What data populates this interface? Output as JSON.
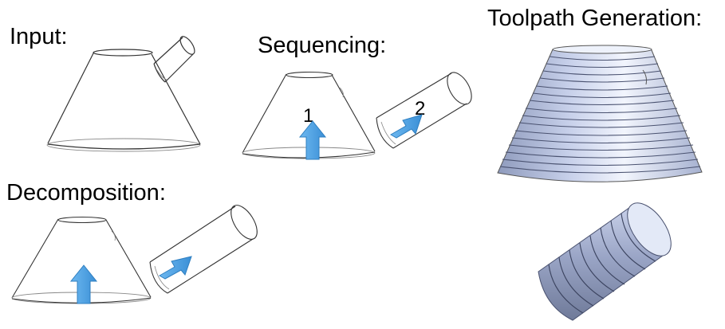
{
  "labels": {
    "input": "Input:",
    "sequencing": "Sequencing:",
    "decomposition": "Decomposition:",
    "toolpath": "Toolpath Generation:"
  },
  "sequence": {
    "step1": "1",
    "step2": "2"
  },
  "colors": {
    "arrow_fill": "#4da3e6",
    "arrow_stroke": "#2f7fc0",
    "metal_light": "#e6ecfa",
    "metal_mid": "#b9c4e2",
    "metal_dark": "#7d88a8",
    "outline": "#333333"
  },
  "toolpath_layers": {
    "cone_rings": 17,
    "cylinder_rings": 8
  }
}
